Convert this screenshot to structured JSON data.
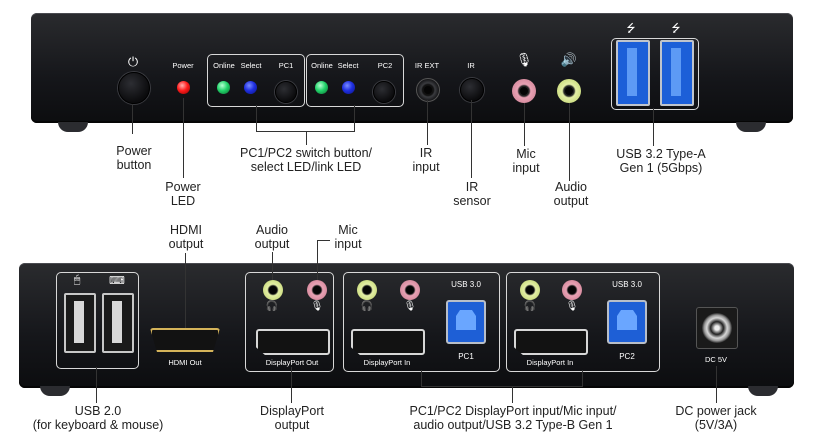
{
  "front": {
    "port_labels": {
      "power": "Power",
      "online1": "Online",
      "select1": "Select",
      "pc1": "PC1",
      "online2": "Online",
      "select2": "Select",
      "pc2": "PC2",
      "ir_ext": "IR EXT",
      "ir": "IR"
    },
    "callouts": {
      "power_button": [
        "Power",
        "button"
      ],
      "power_led": [
        "Power",
        "LED"
      ],
      "switch": [
        "PC1/PC2 switch button/",
        "select LED/link LED"
      ],
      "ir_input": [
        "IR",
        "input"
      ],
      "ir_sensor": [
        "IR",
        "sensor"
      ],
      "mic_input": [
        "Mic",
        "input"
      ],
      "audio_output": [
        "Audio",
        "output"
      ],
      "usb32": [
        "USB 3.2 Type-A",
        "Gen 1 (5Gbps)"
      ]
    }
  },
  "back": {
    "port_labels": {
      "hdmi_out": "HDMI Out",
      "dp_out": "DisplayPort Out",
      "usb30_1": "USB 3.0",
      "dp_in_1": "DisplayPort In",
      "pc1": "PC1",
      "usb30_2": "USB 3.0",
      "dp_in_2": "DisplayPort In",
      "pc2": "PC2",
      "dc5v": "DC 5V"
    },
    "callouts": {
      "hdmi_output": [
        "HDMI",
        "output"
      ],
      "audio_output": [
        "Audio",
        "output"
      ],
      "mic_input": [
        "Mic",
        "input"
      ],
      "usb20": [
        "USB 2.0",
        "(for keyboard & mouse)"
      ],
      "dp_output": [
        "DisplayPort",
        "output"
      ],
      "pc_inputs": [
        "PC1/PC2 DisplayPort input/Mic input/",
        "audio output/USB 3.2 Type-B Gen 1"
      ],
      "dc_jack": [
        "DC power jack",
        "(5V/3A)"
      ]
    }
  },
  "icons": [
    "power-icon",
    "mic-icon",
    "speaker-icon",
    "usb-icon",
    "headphone-icon",
    "mouse-icon",
    "keyboard-icon"
  ],
  "colors": {
    "device_body": "#15161a",
    "led_green": "#22d36a",
    "led_blue": "#1f2fe0",
    "led_red": "#ff1c1c",
    "jack_pink": "#e8a2b4",
    "jack_lime": "#e4efa6",
    "usb_blue": "#1c5fd8",
    "hdmi_gold": "#d4b35a"
  }
}
